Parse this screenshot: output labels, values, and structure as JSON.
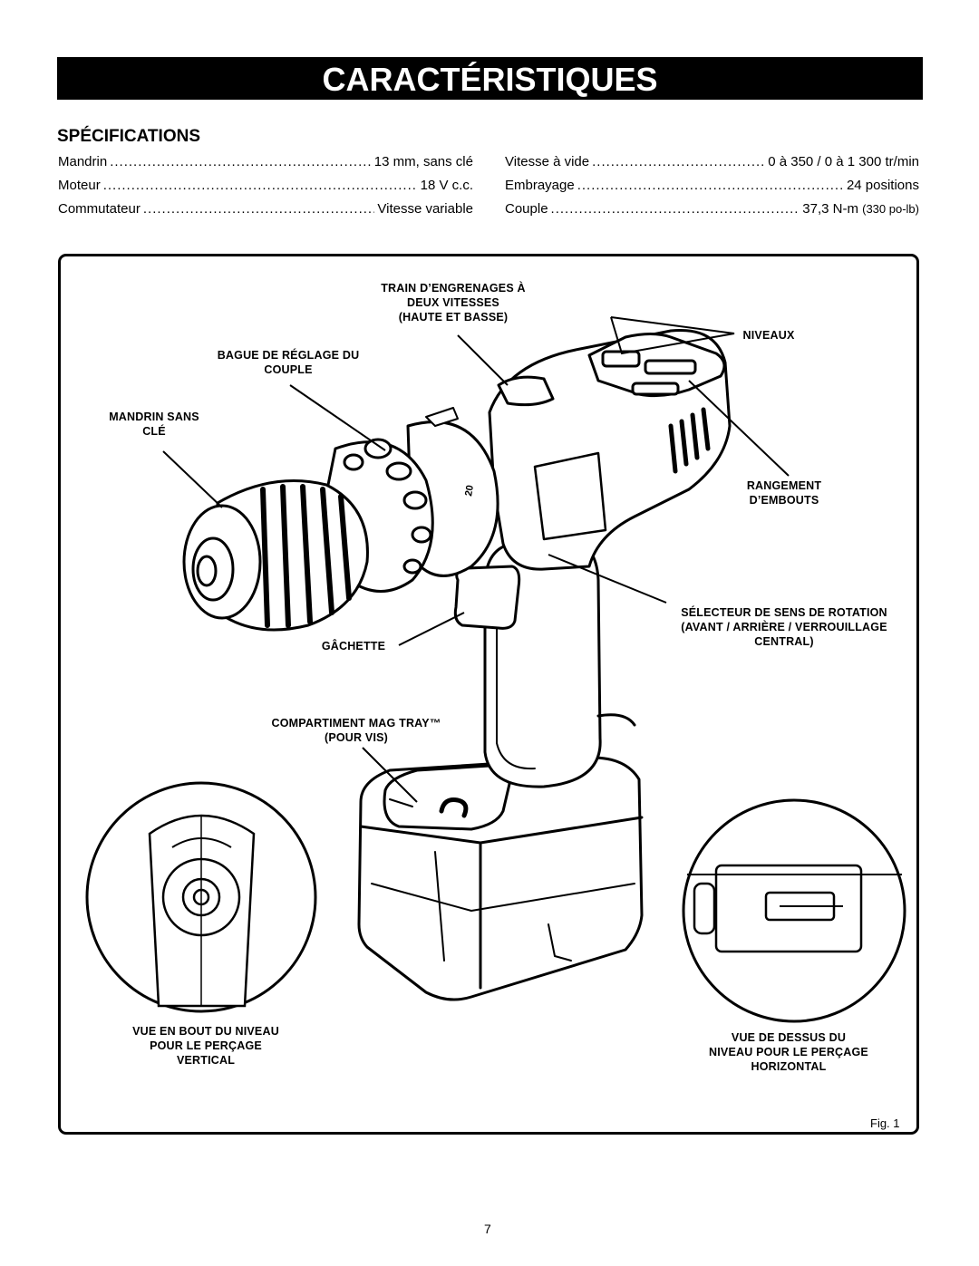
{
  "header": {
    "title": "CARACTÉRISTIQUES"
  },
  "specifications": {
    "heading": "SPÉCIFICATIONS",
    "left": [
      {
        "label": "Mandrin",
        "value": "13 mm, sans clé"
      },
      {
        "label": "Moteur",
        "value": "18 V c.c."
      },
      {
        "label": "Commutateur",
        "value": "Vitesse variable"
      }
    ],
    "right": [
      {
        "label": "Vitesse à vide",
        "value": "0 à 350 / 0 à 1 300 tr/min"
      },
      {
        "label": "Embrayage",
        "value": "24 positions"
      },
      {
        "label": "Couple",
        "value": "37,3 N-m",
        "value_small": "(330 po-lb)"
      }
    ]
  },
  "figure": {
    "callouts": {
      "gearbox": [
        "TRAIN D’ENGRENAGES À",
        "DEUX VITESSES",
        "(HAUTE ET BASSE)"
      ],
      "levels": [
        "NIVEAUX"
      ],
      "torque_ring": [
        "BAGUE DE RÉGLAGE DU",
        "COUPLE"
      ],
      "chuck": [
        "MANDRIN SANS",
        "CLÉ"
      ],
      "bit_storage": [
        "RANGEMENT",
        "D’EMBOUTS"
      ],
      "direction_selector": [
        "SÉLECTEUR DE SENS DE ROTATION",
        "(AVANT / ARRIÈRE / VERROUILLAGE",
        "CENTRAL)"
      ],
      "trigger": [
        "GÂCHETTE"
      ],
      "mag_tray": [
        "COMPARTIMENT MAG TRAY™",
        "(POUR VIS)"
      ],
      "end_view": [
        "VUE EN BOUT DU NIVEAU",
        "POUR LE PERÇAGE",
        "VERTICAL"
      ],
      "top_view": [
        "VUE DE DESSUS DU",
        "NIVEAU POUR LE PERÇAGE",
        "HORIZONTAL"
      ]
    },
    "clutch_scale_text": "20",
    "fig_label": "Fig. 1"
  },
  "footer": {
    "page_number": "7"
  }
}
